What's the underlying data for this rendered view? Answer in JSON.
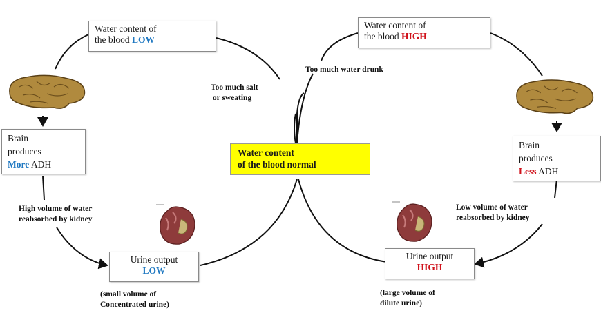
{
  "center": {
    "line1": "Water content",
    "line2": "of the blood normal",
    "color": "#ffff00"
  },
  "left_cycle": {
    "top_box": {
      "line1": "Water content of",
      "line2_prefix": "the blood ",
      "status": "LOW",
      "status_color": "#1f78c1"
    },
    "trigger": {
      "line1": "Too much salt",
      "line2": " or sweating"
    },
    "brain_box": {
      "line1": "Brain",
      "line2": "produces",
      "emphasis": "More",
      "suffix": " ADH",
      "emphasis_color": "#1f78c1"
    },
    "kidney_label": {
      "line1": "High volume of water",
      "line2": "reabsorbed by kidney"
    },
    "urine_box": {
      "line1": "Urine output",
      "status": "LOW",
      "status_color": "#1f78c1"
    },
    "urine_note": {
      "line1": "(small volume of",
      "line2": "Concentrated urine)"
    }
  },
  "right_cycle": {
    "top_box": {
      "line1": "Water content of",
      "line2_prefix": "the blood ",
      "status": "HIGH",
      "status_color": "#d0121b"
    },
    "trigger": {
      "line1": "Too much water drunk"
    },
    "brain_box": {
      "line1": "Brain",
      "line2": "produces",
      "emphasis": "Less",
      "suffix": " ADH",
      "emphasis_color": "#d0121b"
    },
    "kidney_label": {
      "line1": "Low volume of water",
      "line2": "reabsorbed by kidney"
    },
    "urine_box": {
      "line1": "Urine output",
      "status": "HIGH",
      "status_color": "#d0121b"
    },
    "urine_note": {
      "line1": "(large volume of",
      "line2": "dilute urine)"
    }
  },
  "icons": {
    "brain": "brain-illustration",
    "kidney": "kidney-illustration"
  }
}
